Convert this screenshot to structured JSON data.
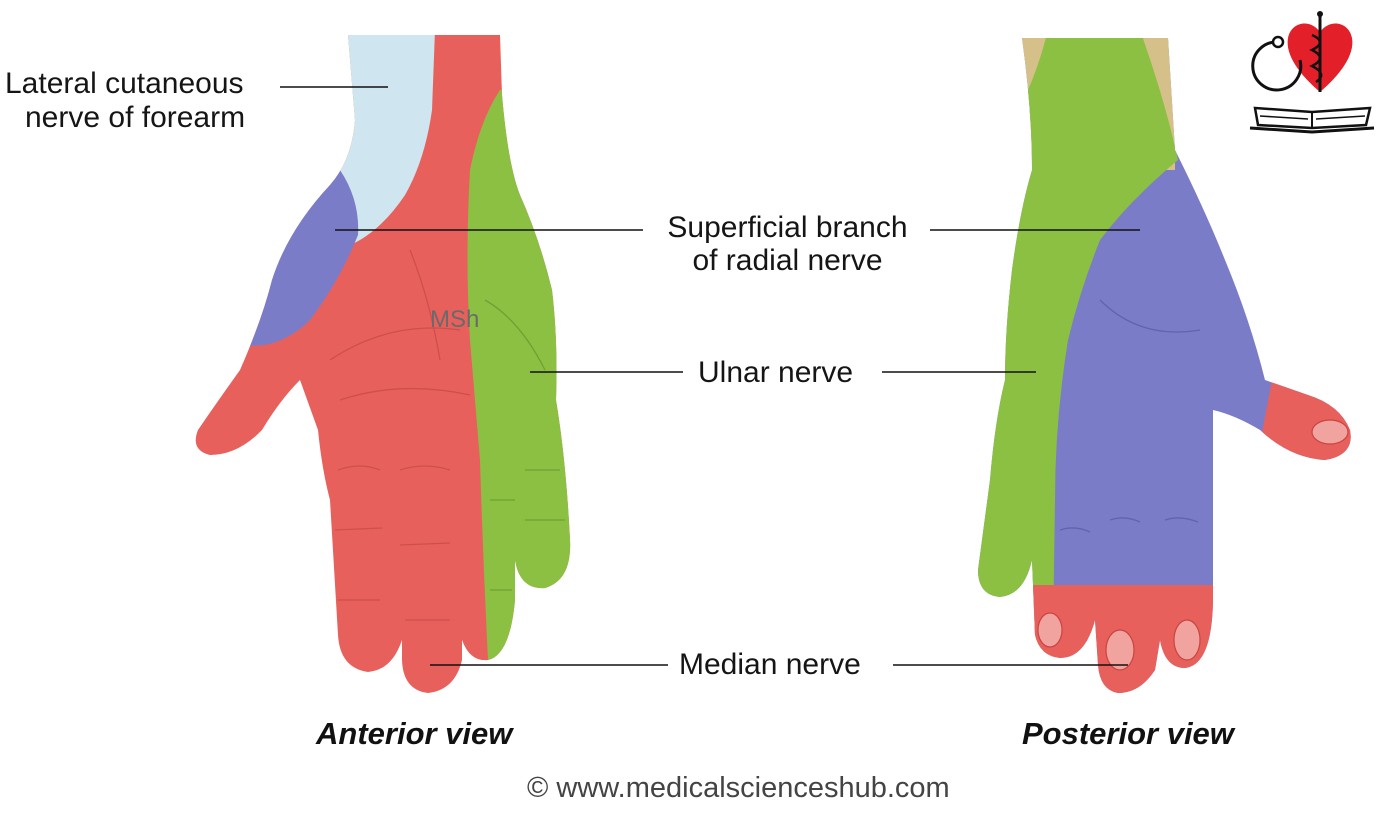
{
  "labels": {
    "lateral_cutaneous_line1": "Lateral cutaneous",
    "lateral_cutaneous_line2": "nerve of forearm",
    "superficial_radial_line1": "Superficial branch",
    "superficial_radial_line2": "of radial nerve",
    "ulnar_nerve": "Ulnar nerve",
    "median_nerve": "Median nerve"
  },
  "views": {
    "anterior": "Anterior view",
    "posterior": "Posterior view"
  },
  "watermark": "MSh",
  "copyright": "© www.medicalscienceshub.com",
  "logo": {
    "icon": "heart-caduceus-book-logo"
  },
  "colors": {
    "median": "#e8605c",
    "ulnar": "#8cc043",
    "radial": "#7b7cc8",
    "lateral_cutaneous": "#cfe6f0",
    "dorsal_forearm_other": "#d6c08a",
    "logo_red": "#e3202a"
  }
}
